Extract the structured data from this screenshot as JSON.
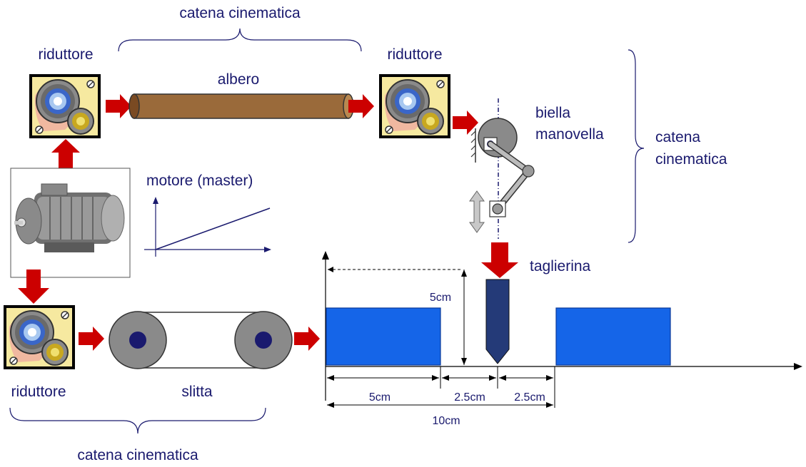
{
  "labels": {
    "catena_top": "catena cinematica",
    "riduttore_left": "riduttore",
    "albero": "albero",
    "riduttore_right": "riduttore",
    "biella_line1": "biella",
    "biella_line2": "manovella",
    "catena_right_line1": "catena",
    "catena_right_line2": "cinematica",
    "motore": "motore (master)",
    "taglierina": "taglierina",
    "riduttore_bottom": "riduttore",
    "slitta": "slitta",
    "catena_bottom": "catena cinematica"
  },
  "dimensions": {
    "height": "5cm",
    "piece": "5cm",
    "gap_a": "2.5cm",
    "gap_b": "2.5cm",
    "total": "10cm"
  },
  "colors": {
    "text": "#1a1a6e",
    "arrow": "#cc0000",
    "block": "#1565e8",
    "shaft": "#9a6a3a",
    "blade": "#243a78"
  },
  "icons": [
    "gearbox-icon",
    "motor-image",
    "belt-conveyor-icon",
    "crank-mechanism-icon",
    "cutter-blade-icon"
  ]
}
